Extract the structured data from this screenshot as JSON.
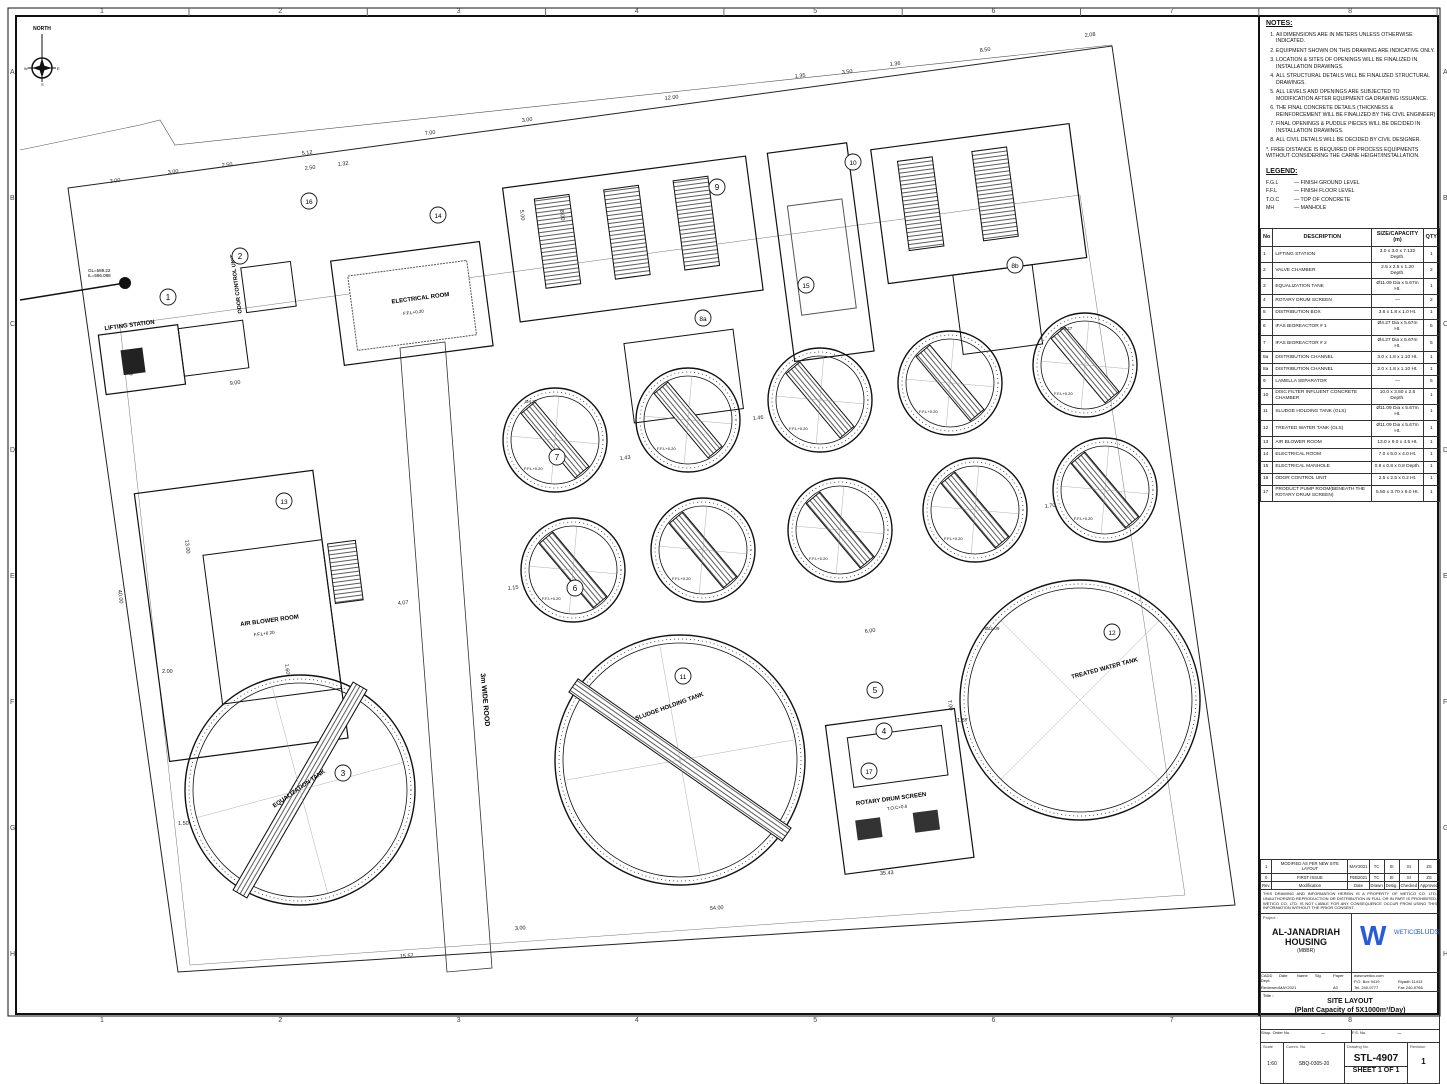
{
  "drawing": {
    "north_label": "NORTH",
    "compass": [
      "N",
      "S",
      "E",
      "W"
    ],
    "grid_columns": [
      "1",
      "2",
      "3",
      "4",
      "5",
      "6",
      "7",
      "8"
    ],
    "grid_rows": [
      "A",
      "B",
      "C",
      "D",
      "E",
      "F",
      "G",
      "H"
    ],
    "labels": {
      "lifting_station": "LIFTING STATION",
      "odor_unit": "ODOR CONTROL UNIT",
      "electrical_room": "ELECTRICAL ROOM",
      "air_blower_room": "AIR BLOWER ROOM",
      "equalization_tank": "EQUALIZATION TANK",
      "sludge_tank": "SLUDGE HOLDING TANK",
      "treated_tank": "TREATED WATER TANK",
      "rotary_drum": "ROTARY DRUM SCREEN",
      "road": "3m WIDE ROOD",
      "ffl": "F.F.L+0.20",
      "toc": "T.O.C+0.6",
      "gl": "GL=589.22",
      "il": "IL=586.088"
    },
    "tags": [
      "1",
      "2",
      "3",
      "4",
      "5",
      "6",
      "7",
      "8a",
      "8b",
      "9",
      "10",
      "11",
      "12",
      "13",
      "14",
      "15",
      "16",
      "17"
    ],
    "dimensions": {
      "d1": "3.00",
      "d2": "3.00",
      "d3": "2.50",
      "d4": "5.12",
      "d5": "2.50",
      "d6": "1.32",
      "d7": "7.00",
      "d8": "3.00",
      "d9": "12.00",
      "d10": "1.35",
      "d11": "3.50",
      "d12": "1.36",
      "d13": "8.50",
      "d14": "2.08",
      "d15": "9.00",
      "d16": "13.00",
      "d17": "40.00",
      "d18": "54.00",
      "d19": "35.43",
      "d20": "15.57",
      "d21": "3.00",
      "d22": "4.07",
      "d23": "1.15",
      "d24": "1.43",
      "d25": "1.46",
      "d26": "1.70",
      "d27": "6.00",
      "d28": "7.00",
      "d29": "1.87",
      "d30": "8.00",
      "d31": "5.00",
      "d32": "1.50",
      "d33": "2.00",
      "d34": "1.60",
      "d35": "4.40"
    },
    "diameters": {
      "small": "Ø4.27",
      "large": "Ø11.09"
    }
  },
  "notes": {
    "title": "NOTES:",
    "items": [
      "All DIMENSIONS ARE IN METERS UNLESS OTHERWISE INDICATED.",
      "EQUIPMENT SHOWN ON THIS DRAWING ARE INDICATIVE ONLY.",
      "LOCATION & SITES OF OPENINGS WILL BE FINALIZED IN INSTALLATION DRAWINGS.",
      "ALL STRUCTURAL DETAILS WILL BE FINALIZED STRUCTURAL DRAWINGS.",
      "ALL LEVELS AND OPENINGS ARE SUBJECTED TO MODIFICATION AFTER EQUIPMENT GA DRAWING ISSUANCE.",
      "THE FINAL CONCRETE DETAILS (THICKNESS & REINFORCEMENT WILL BE FINALIZED BY THE CIVIL ENGINEER)",
      "FINAL OPENINGS & PUDDLE PIECES WILL BE DECIDED IN INSTALLATION DRAWINGS.",
      "ALL CIVIL DETAILS WILL BE DECIDED  BY CIVIL DESIGNER."
    ],
    "star_note": "*. FREE DISTANCE IS REQUIRED OF PROCESS EQUIPMENTS WITHOUT CONSIDERING THE CARNE HEIGHT/INSTALLATION."
  },
  "legend": {
    "title": "LEGEND:",
    "items": [
      {
        "abbr": "F.G.L",
        "desc": "— FINISH GROUND LEVEL"
      },
      {
        "abbr": "F.F.L",
        "desc": "— FINISH FLOOR LEVEL"
      },
      {
        "abbr": "T.O.C",
        "desc": "— TOP OF CONCRETE"
      },
      {
        "abbr": "MH",
        "desc": "— MANHOLE"
      }
    ]
  },
  "equipment_table": {
    "headers": [
      "No",
      "DESCRIPTION",
      "SIZE/CAPACITY (m)",
      "QTY"
    ],
    "rows": [
      [
        "1",
        "LIFTING STATION",
        "3.0 x 3.0 x 7.132 Depth.",
        "1"
      ],
      [
        "2",
        "VALVE CHAMBER",
        "2.5 x 2.5 x 1.20 Depth.",
        "2"
      ],
      [
        "3",
        "EQUALIZATION TANK",
        "Ø11.09 Dia x 5.67m Ht.",
        "1"
      ],
      [
        "4",
        "ROTARY DRUM SCREEN",
        "—",
        "2"
      ],
      [
        "5",
        "DISTRIBUTION BOX",
        "3.6 x 1.8 x 1.0 Ht.",
        "1"
      ],
      [
        "6",
        "IFAS BIOREACTOR # 1",
        "Ø4.27 Dia x 5.67m Ht.",
        "5"
      ],
      [
        "7",
        "IFAS BIOREACTOR # 2",
        "Ø4.27 Dia x 5.67m Ht.",
        "5"
      ],
      [
        "8a",
        "DISTRIBUTION CHANNEL",
        "3.0 x 1.8 x 1.10 Ht.",
        "1"
      ],
      [
        "8a",
        "DISTRIBUTION CHANNEL",
        "2.0 x 1.8 x 1.10 Ht.",
        "1"
      ],
      [
        "9",
        "LAMELLA SEPARATOR",
        "—",
        "5"
      ],
      [
        "10",
        "DISC FILTER INFLUENT CONCRETE CHAMBER",
        "10.0 x 3.50 x 2.5 Depth.",
        "1"
      ],
      [
        "11",
        "SLUDGE HOLDING TANK (GLS)",
        "Ø11.09 Dia x 5.67m Ht.",
        "1"
      ],
      [
        "12",
        "TREATED WATER TANK (GLS)",
        "Ø11.09 Dia x 5.67m Ht.",
        "1"
      ],
      [
        "13",
        "AIR BLOWER ROOM",
        "13.0 x 9.0 x 4.5 Ht.",
        "1"
      ],
      [
        "14",
        "ELECTRICAL ROOM",
        "7.0 x 5.0 x 4.0 Ht.",
        "1"
      ],
      [
        "15",
        "ELECTRICAL MANHOLE",
        "0.8 x 0.8 x 0.8 Depth.",
        "1"
      ],
      [
        "16",
        "ODOR CONTROL UNIT",
        "2.5 x 2.5 x 0.2 Ht.",
        "1"
      ],
      [
        "17",
        "PRODUCT PUMP ROOM(BENEATH THE ROTARY DRUM SCREEN)",
        "5.50 x 3.70 x 6.0 Ht.",
        "1"
      ]
    ]
  },
  "title_block": {
    "revisions": [
      [
        "1",
        "MODIFIED AS PER NEW SITE LAYOUT",
        "MAY2021",
        "TC",
        "SI",
        "SI",
        "ZS"
      ],
      [
        "0",
        "FIRST ISSUE",
        "FEB2021",
        "TC",
        "SI",
        "SI",
        "ZS"
      ]
    ],
    "rev_headers": [
      "Rev.",
      "Modification",
      "Date",
      "Drawn",
      "Desig.",
      "Checked",
      "Approved"
    ],
    "disclaimer": "THIS DRAWING AND INFORMATION HEREIN IS A PROPERTY OF WETICO CO. LTD. UNAUTHORIZED REPRODUCTION OR DISTRIBUTION IN FULL OR IN PART IS PROHIBITED. WETICO CO. LTD. IS NOT LIABLE FOR ANY CONSEQUENCE OCCUR FROM USING THIS INFORMATION WITHOUT THE PRIOR CONSENT.",
    "project_label": "Project :",
    "project_name": "AL-JANADRIAH HOUSING",
    "project_sub": "(MBBR)",
    "company": "WETICO",
    "company_logo_letter": "W",
    "partner": "SLUDS",
    "website": "www.wetico.com",
    "po_box": "P.O. Box 9419",
    "tel": "Tel. 240-9777",
    "city": "Riyadh 11413",
    "fax": "Fax 240-9766",
    "sign_headers": [
      "CADD Dept.",
      "Date",
      "Name",
      "Sig.",
      "Paper"
    ],
    "reviewed": "Reviewed",
    "reviewed_date": "MAY2021",
    "paper": "A0",
    "title_label": "Title :",
    "title_line1": "SITE LAYOUT",
    "title_line2": "(Plant Capacity of 5X1000m³/Day)",
    "shop_order_label": "Shop. Order No.",
    "shop_order": "—",
    "fs_label": "F.S. No.",
    "fs": "—",
    "scale_label": "Scale",
    "scale": "1:60",
    "comm_label": "Comm. No.",
    "comm": "SBQ-0305-20",
    "drawing_label": "Drawing No.",
    "drawing_no": "STL-4907",
    "sheet": "SHEET 1 OF 1",
    "revision_label": "Revision",
    "revision": "1"
  }
}
